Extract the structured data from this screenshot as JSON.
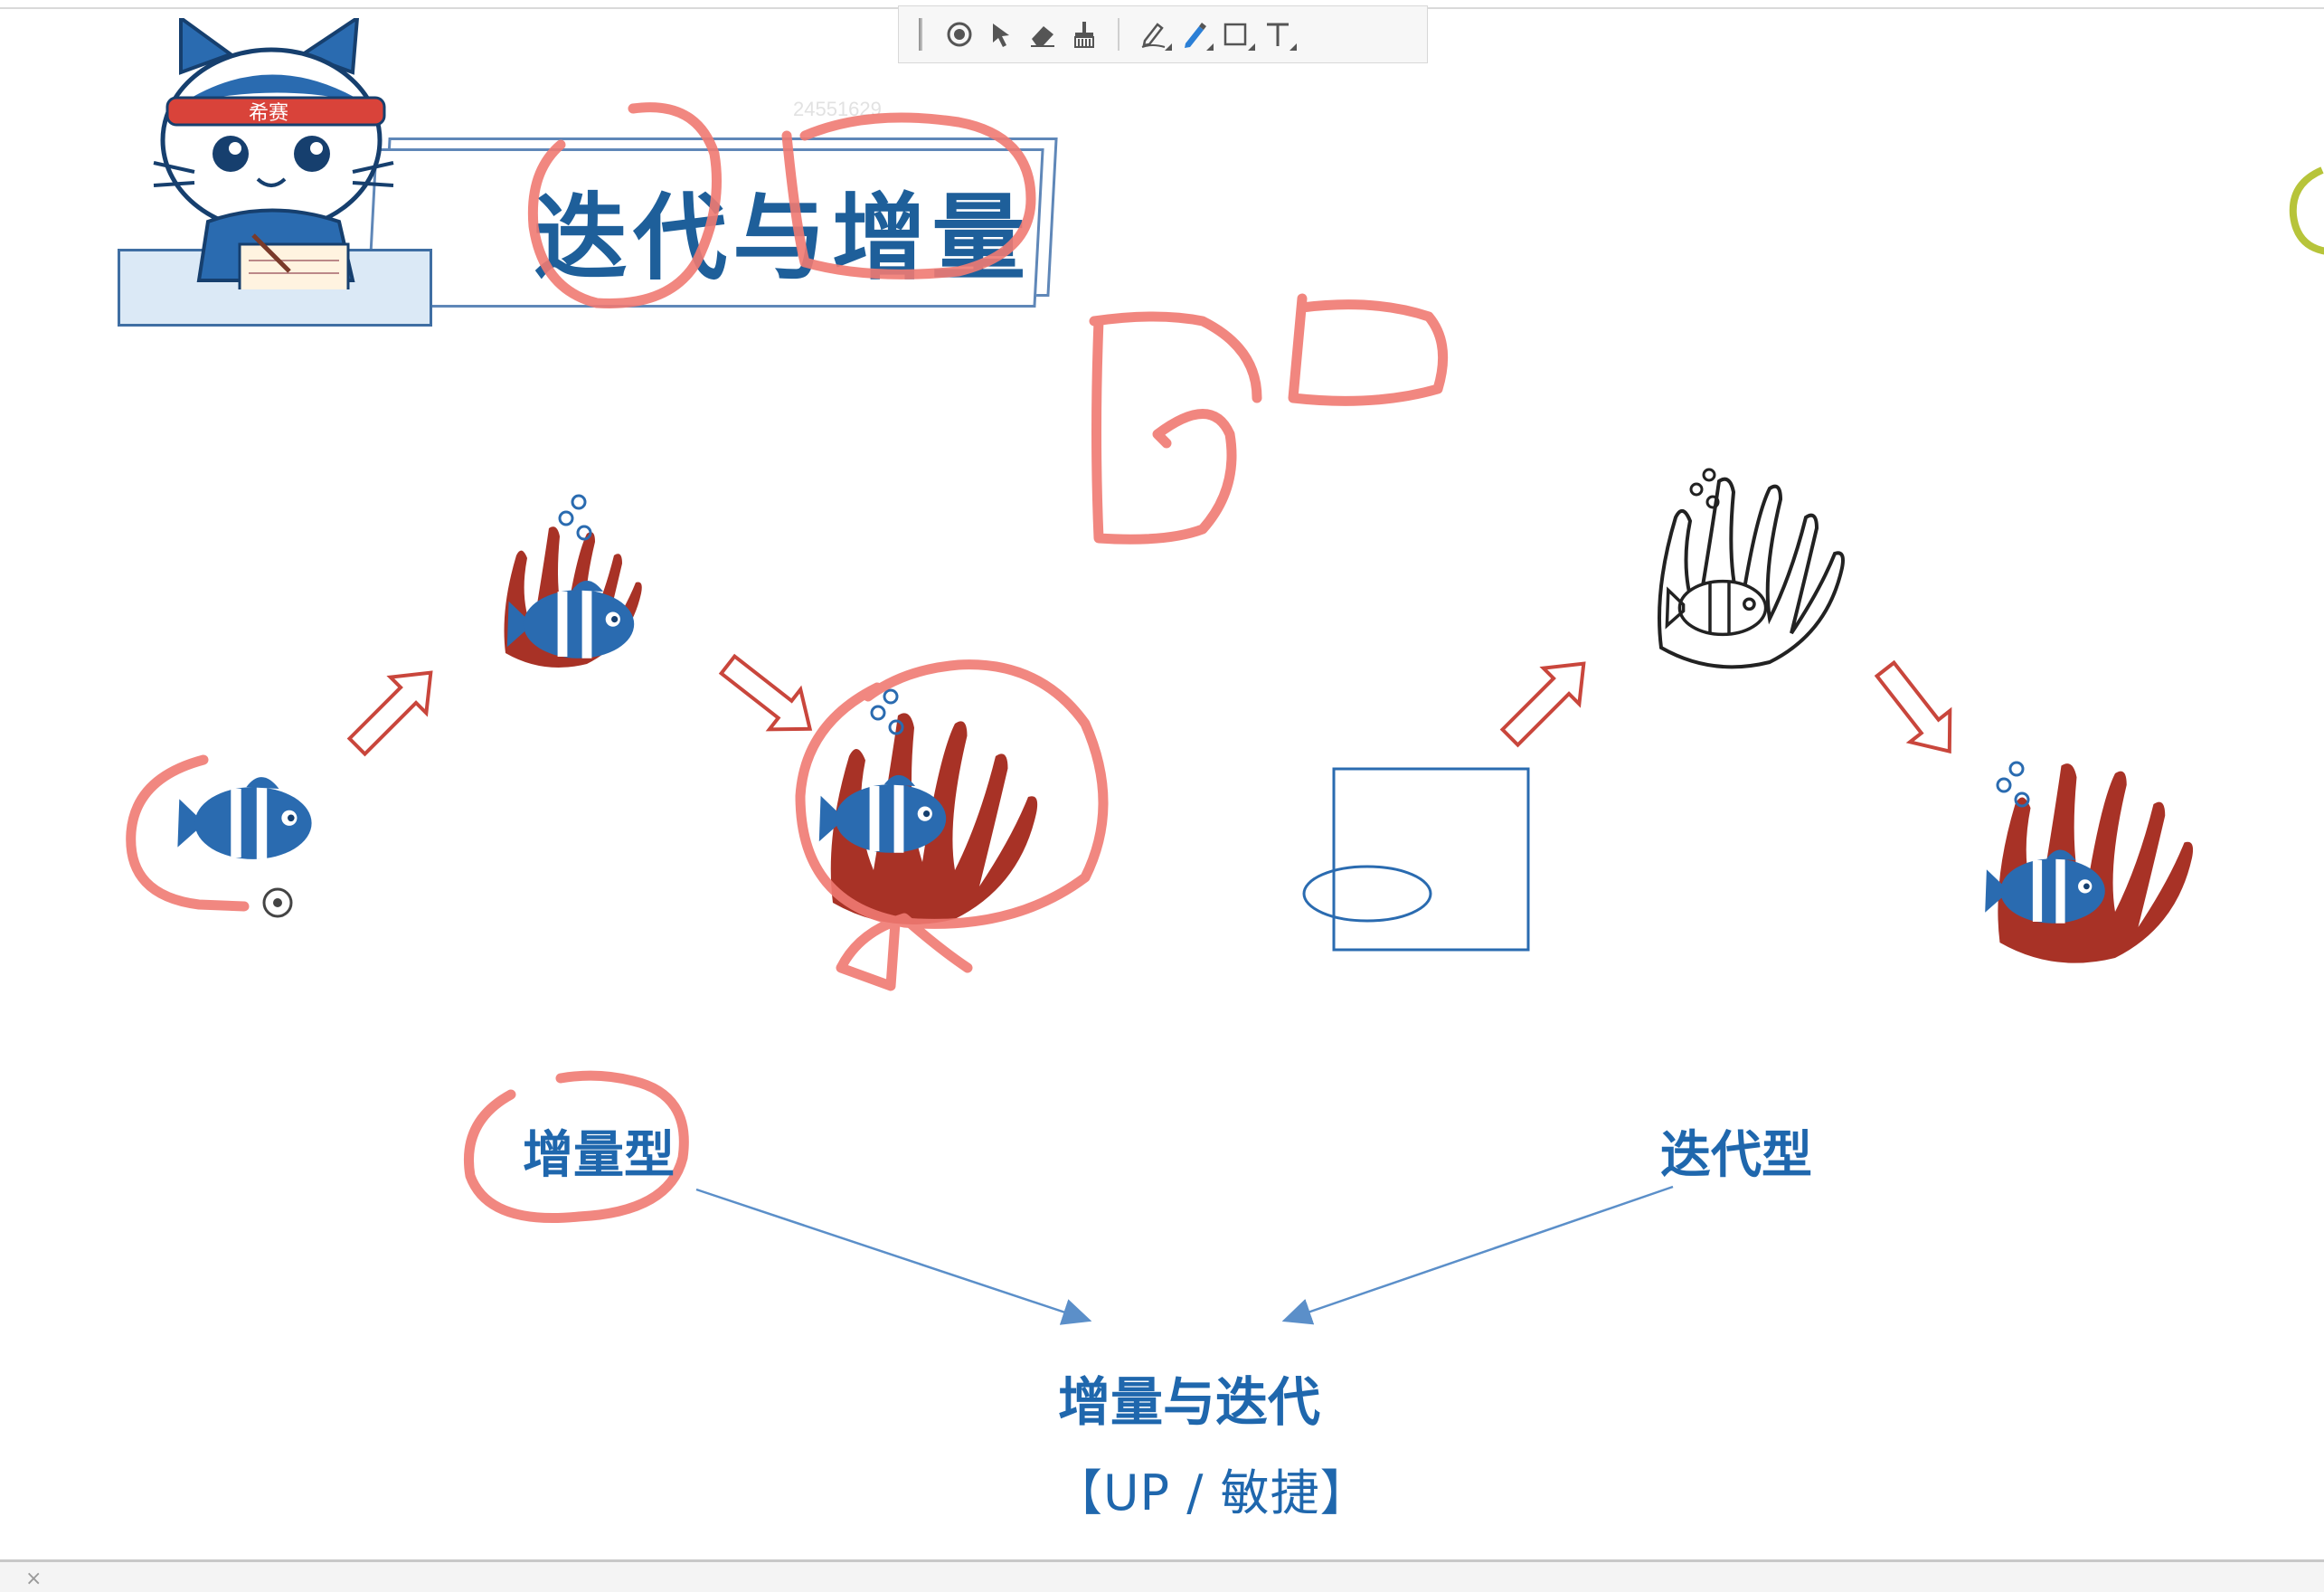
{
  "toolbar": {
    "tools": [
      {
        "name": "laser-pointer",
        "icon": "target-icon"
      },
      {
        "name": "select",
        "icon": "cursor-arrow-icon"
      },
      {
        "name": "eraser",
        "icon": "eraser-icon"
      },
      {
        "name": "clear-all",
        "icon": "broom-icon"
      },
      {
        "name": "highlighter",
        "icon": "highlighter-icon"
      },
      {
        "name": "pen",
        "icon": "pen-icon"
      },
      {
        "name": "shape",
        "icon": "rectangle-icon"
      },
      {
        "name": "text",
        "icon": "text-icon"
      }
    ]
  },
  "watermark": "24551629",
  "slide": {
    "mascot_badge": "希赛",
    "title": "迭代与增量",
    "incremental_label": "增量型",
    "iterative_label": "迭代型",
    "combined_label": "增量与迭代",
    "method_label": "【UP / 敏捷】"
  },
  "colors": {
    "title_blue": "#1e5f9a",
    "label_blue": "#1f67ad",
    "fish_blue": "#2a6bb0",
    "coral_red": "#a83226",
    "annotation_red": "#f07a72",
    "connector_blue": "#5b8fc9"
  }
}
